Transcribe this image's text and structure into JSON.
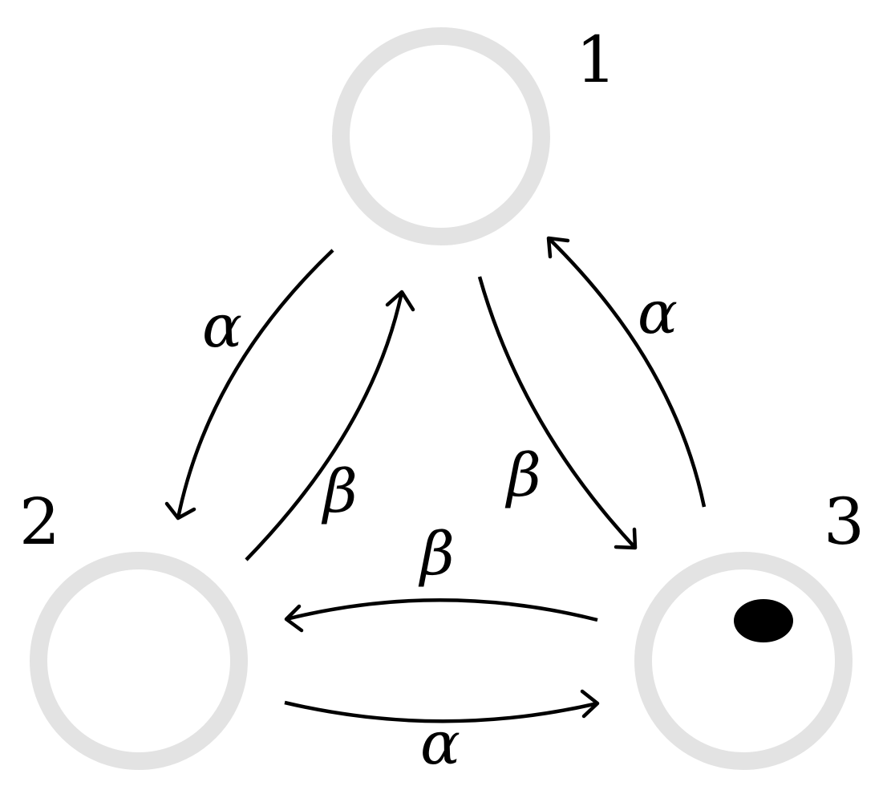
{
  "nodes": [
    {
      "id": "1",
      "label": "1"
    },
    {
      "id": "2",
      "label": "2"
    },
    {
      "id": "3",
      "label": "3"
    }
  ],
  "edges": [
    {
      "id": "e1-2",
      "from": "1",
      "to": "2",
      "label": "α"
    },
    {
      "id": "e2-1",
      "from": "2",
      "to": "1",
      "label": "β"
    },
    {
      "id": "e1-3",
      "from": "1",
      "to": "3",
      "label": "β"
    },
    {
      "id": "e3-1",
      "from": "3",
      "to": "1",
      "label": "α"
    },
    {
      "id": "e3-2",
      "from": "3",
      "to": "2",
      "label": "β"
    },
    {
      "id": "e2-3",
      "from": "2",
      "to": "3",
      "label": "α"
    }
  ],
  "token": {
    "node": "3",
    "color": "#000000"
  },
  "colors": {
    "node_ring": "#e3e3e3",
    "edge": "#000000"
  }
}
